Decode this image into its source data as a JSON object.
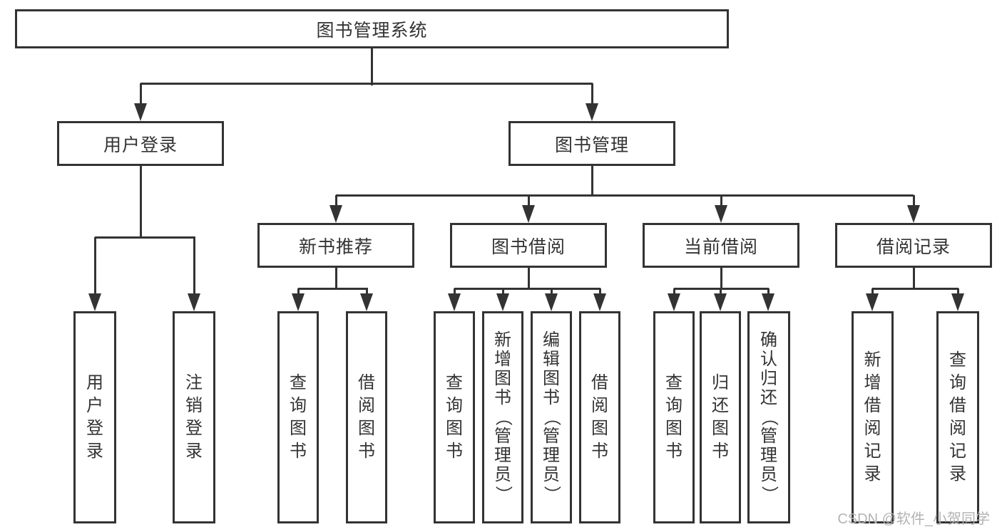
{
  "tree": {
    "label": "图书管理系统",
    "children": [
      {
        "label": "用户登录",
        "children": [
          {
            "label": "用户登录"
          },
          {
            "label": "注销登录"
          }
        ]
      },
      {
        "label": "图书管理",
        "children": [
          {
            "label": "新书推荐",
            "children": [
              {
                "label": "查询图书"
              },
              {
                "label": "借阅图书"
              }
            ]
          },
          {
            "label": "图书借阅",
            "children": [
              {
                "label": "查询图书"
              },
              {
                "label": "新增图书（管理员）"
              },
              {
                "label": "编辑图书（管理员）"
              },
              {
                "label": "借阅图书"
              }
            ]
          },
          {
            "label": "当前借阅",
            "children": [
              {
                "label": "查询图书"
              },
              {
                "label": "归还图书"
              },
              {
                "label": "确认归还（管理员）"
              }
            ]
          },
          {
            "label": "借阅记录",
            "children": [
              {
                "label": "新增借阅记录"
              },
              {
                "label": "查询借阅记录"
              }
            ]
          }
        ]
      }
    ]
  },
  "watermark": {
    "text": "CSDN @软件_小贺同学"
  },
  "colors": {
    "line": "#333333",
    "text": "#333333",
    "background": "#ffffff",
    "watermark": "#b3b3b3"
  }
}
